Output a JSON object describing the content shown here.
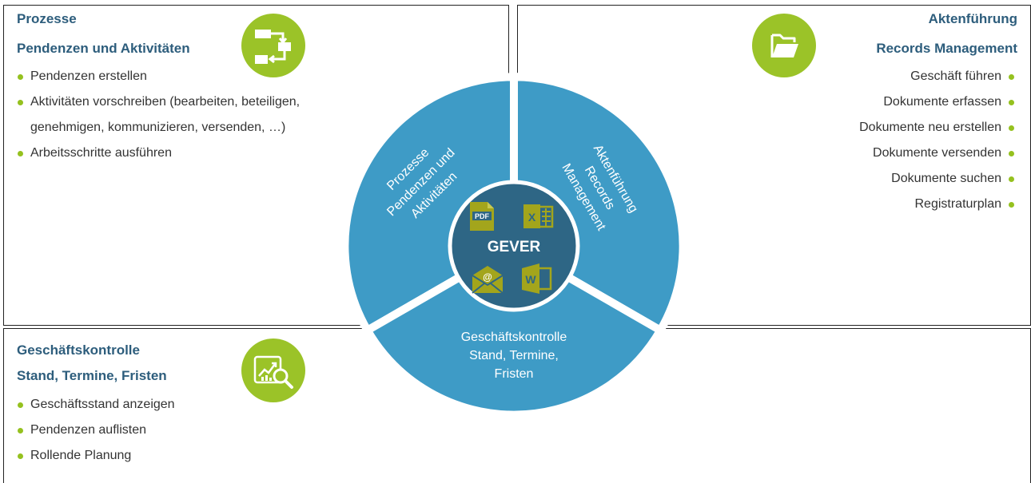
{
  "top_left": {
    "title": "Prozesse",
    "subtitle": "Pendenzen und Aktivitäten",
    "items": [
      "Pendenzen erstellen",
      "Aktivitäten vorschreiben (bearbeiten, beteiligen,",
      "genehmigen, kommunizieren, versenden, …)",
      "Arbeitsschritte ausführen"
    ],
    "icon": "process-flow-icon"
  },
  "top_right": {
    "title": "Aktenführung",
    "subtitle": "Records Management",
    "items": [
      "Geschäft führen",
      "Dokumente erfassen",
      "Dokumente neu erstellen",
      "Dokumente versenden",
      "Dokumente suchen",
      "Registraturplan"
    ],
    "icon": "folder-icon"
  },
  "bottom_left": {
    "title": "Geschäftskontrolle",
    "subtitle": "Stand, Termine, Fristen",
    "items": [
      "Geschäftsstand anzeigen",
      "Pendenzen auflisten",
      "Rollende Planung"
    ],
    "icon": "chart-search-icon"
  },
  "wheel": {
    "center_label": "GEVER",
    "segment_left": [
      "Prozesse",
      "Pendenzen und",
      "Aktivitäten"
    ],
    "segment_right": [
      "Aktenführung",
      "Records",
      "Management"
    ],
    "segment_bottom": [
      "Geschäftskontrolle",
      "Stand, Termine,",
      "Fristen"
    ],
    "center_icons": [
      "pdf-icon",
      "excel-icon",
      "email-icon",
      "word-icon"
    ],
    "pdf_label": "PDF",
    "excel_letter": "X",
    "word_letter": "W",
    "email_symbol": "@"
  },
  "colors": {
    "accent_green": "#9bc328",
    "segment_blue": "#3e9bc6",
    "center_blue": "#2e6685",
    "heading_blue": "#2d5d7c",
    "icon_olive": "#a3a51c"
  }
}
